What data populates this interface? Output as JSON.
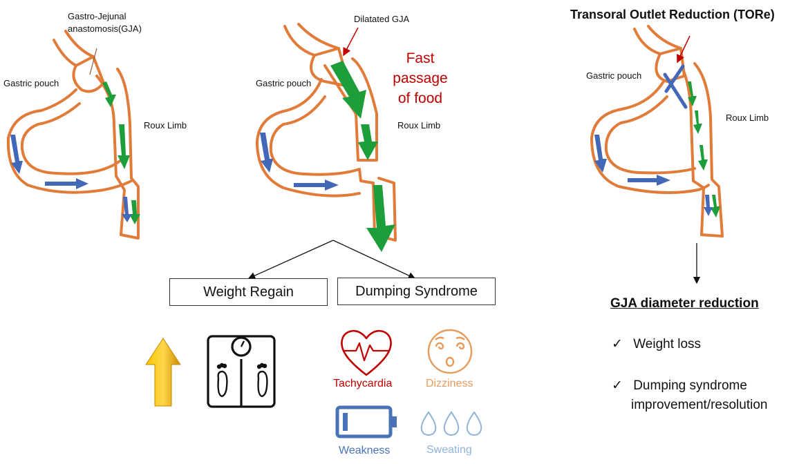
{
  "panel1": {
    "gja_label": "Gastro-Jejunal anastomosis(GJA)",
    "pouch_label": "Gastric pouch",
    "roux_label": "Roux Limb"
  },
  "panel2": {
    "gja_label": "Dilatated GJA",
    "pouch_label": "Gastric pouch",
    "roux_label": "Roux Limb",
    "fast_passage": [
      "Fast",
      "passage",
      "of food"
    ],
    "outcomes": [
      "Weight Regain",
      "Dumping Syndrome"
    ],
    "symptoms": [
      {
        "label": "Tachycardia",
        "icon": "heart-ecg-icon",
        "color": "#c00000"
      },
      {
        "label": "Dizziness",
        "icon": "dizzy-face-icon",
        "color": "#e59a5a"
      },
      {
        "label": "Weakness",
        "icon": "low-battery-icon",
        "color": "#4a72b8"
      },
      {
        "label": "Sweating",
        "icon": "sweat-drops-icon",
        "color": "#8fb4d9"
      }
    ]
  },
  "panel3": {
    "title": "Transoral Outlet Reduction (TORe)",
    "pouch_label": "Gastric pouch",
    "roux_label": "Roux Limb",
    "result_heading": "GJA diameter reduction",
    "checks": [
      "Weight loss",
      "Dumping syndrome",
      "improvement/resolution"
    ]
  },
  "colors": {
    "organ_outline": "#e07b39",
    "green_arrow": "#1e9e3a",
    "blue_arrow": "#4468b8",
    "red_arrow": "#c00000",
    "gold_arrow": "#e8a200"
  },
  "icons": [
    "up-arrow-icon",
    "scale-icon",
    "staple-cross-icon",
    "check-icon"
  ]
}
